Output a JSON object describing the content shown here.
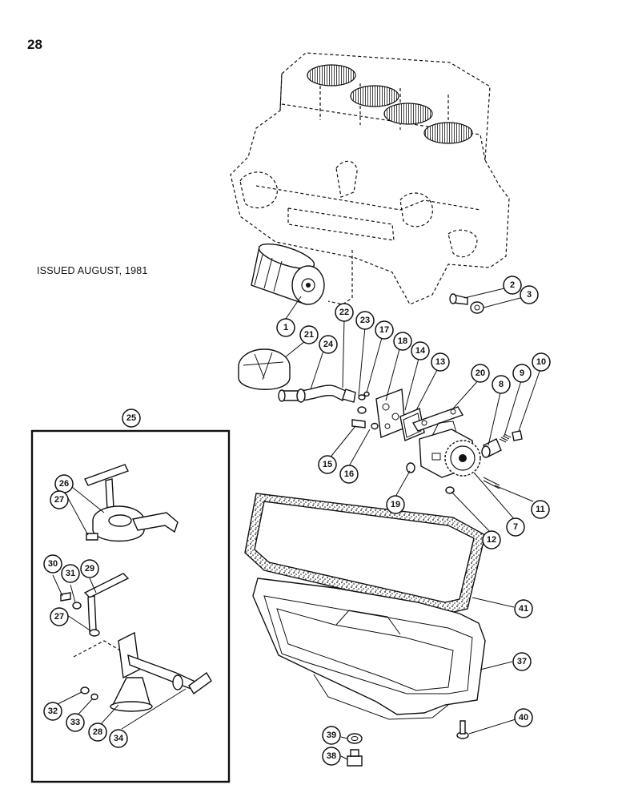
{
  "page_number": "28",
  "issued_note": "ISSUED AUGUST, 1981",
  "callouts": {
    "c1": "1",
    "c2": "2",
    "c3": "3",
    "c7": "7",
    "c8": "8",
    "c9": "9",
    "c10": "10",
    "c11": "11",
    "c12": "12",
    "c13": "13",
    "c14": "14",
    "c15": "15",
    "c16": "16",
    "c17": "17",
    "c18": "18",
    "c19": "19",
    "c20": "20",
    "c21": "21",
    "c22": "22",
    "c23": "23",
    "c24": "24",
    "c25": "25",
    "c26": "26",
    "c27a": "27",
    "c27b": "27",
    "c28": "28",
    "c29": "29",
    "c30": "30",
    "c31": "31",
    "c32": "32",
    "c33": "33",
    "c34": "34",
    "c37": "37",
    "c38": "38",
    "c39": "39",
    "c40": "40",
    "c41": "41"
  }
}
